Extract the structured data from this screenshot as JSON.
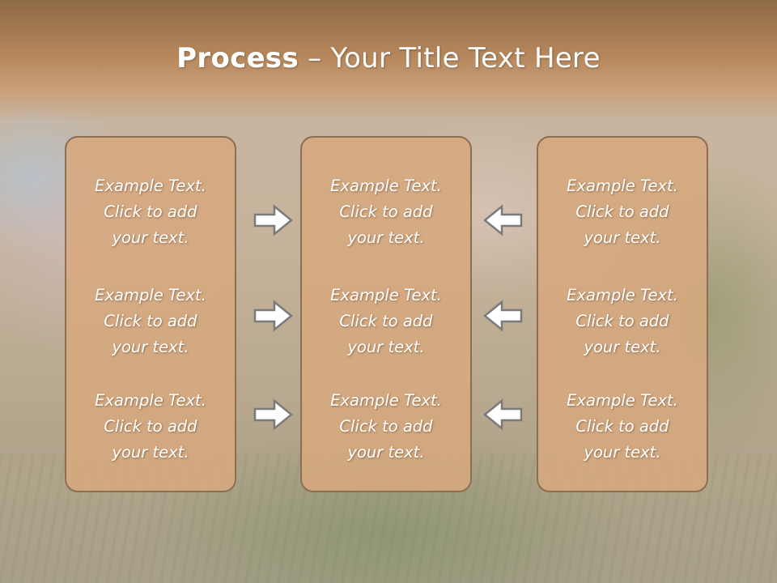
{
  "title": {
    "bold": "Process",
    "rest": " – Your Title Text Here"
  },
  "boxes": [
    {
      "items": [
        {
          "line1": "Example Text.",
          "line2": "Click  to add",
          "line3": "your text."
        },
        {
          "line1": "Example Text.",
          "line2": "Click  to add",
          "line3": "your text."
        },
        {
          "line1": "Example Text.",
          "line2": "Click  to add",
          "line3": "your text."
        }
      ]
    },
    {
      "items": [
        {
          "line1": "Example Text.",
          "line2": "Click  to add",
          "line3": "your text."
        },
        {
          "line1": "Example Text.",
          "line2": "Click  to add",
          "line3": "your text."
        },
        {
          "line1": "Example Text.",
          "line2": "Click  to add",
          "line3": "your text."
        }
      ]
    },
    {
      "items": [
        {
          "line1": "Example Text.",
          "line2": "Click  to add",
          "line3": "your text."
        },
        {
          "line1": "Example Text.",
          "line2": "Click  to add",
          "line3": "your text."
        },
        {
          "line1": "Example Text.",
          "line2": "Click  to add",
          "line3": "your text."
        }
      ]
    }
  ],
  "arrows": {
    "left_column": "arrow-right-icon",
    "right_column": "arrow-left-icon"
  },
  "colors": {
    "box_fill": "#d6a87e",
    "box_border": "#8c6e52",
    "title_band": "#b5865b",
    "text": "#ffffff"
  }
}
